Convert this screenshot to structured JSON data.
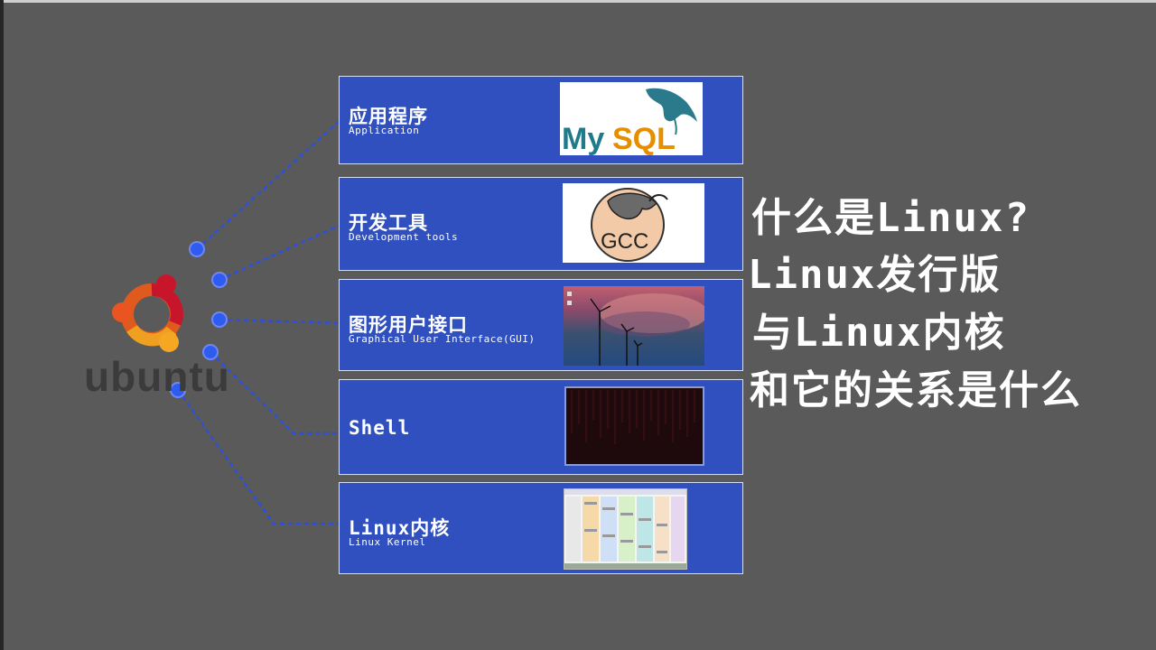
{
  "logo": {
    "wordmark": "ubuntu",
    "icon": "ubuntu-circle-of-friends-icon"
  },
  "layers": [
    {
      "zh": "应用程序",
      "en": "Application",
      "image": "mysql-logo",
      "image_text": "MySQL"
    },
    {
      "zh": "开发工具",
      "en": "Development tools",
      "image": "gcc-logo",
      "image_text": "GCC"
    },
    {
      "zh": "图形用户接口",
      "en": "Graphical User Interface(GUI)",
      "image": "desktop-wallpaper"
    },
    {
      "zh": "Shell",
      "en": "",
      "image": "terminal-screenshot"
    },
    {
      "zh": "Linux内核",
      "en": "Linux Kernel",
      "image": "kernel-map-diagram"
    }
  ],
  "question": {
    "line1": "什么是Linux?",
    "line2": "Linux发行版",
    "line3": "与Linux内核",
    "line4": "和它的关系是什么"
  },
  "colors": {
    "background": "#5a5a5a",
    "panel": "#3050c0",
    "dot": "#2f5cf0",
    "ubuntu_orange": "#e95420",
    "ubuntu_red": "#c7162b",
    "ubuntu_yellow": "#f5a623"
  }
}
